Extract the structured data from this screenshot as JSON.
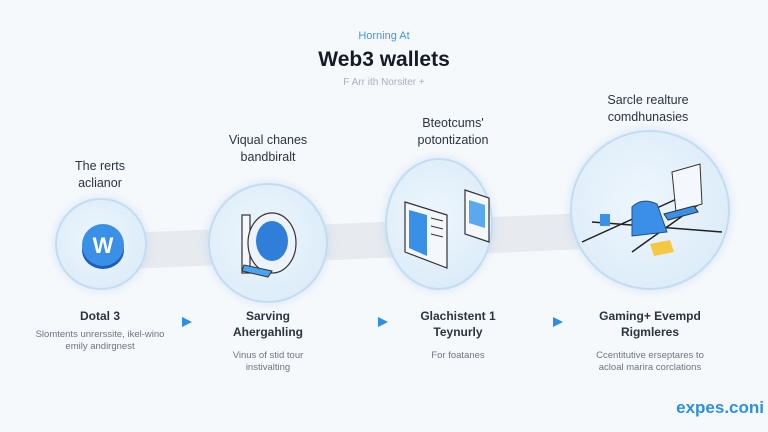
{
  "header": {
    "eyebrow": "Horning At",
    "title": "Web3 wallets",
    "subtitle": "F Arr ith Norsiter +"
  },
  "steps": [
    {
      "heading": [
        "The rerts",
        "aclianor"
      ],
      "icon": "wallet-coin-icon",
      "title": [
        "Dotal 3"
      ],
      "desc": [
        "Slomtents unrerssite, ikel-wino",
        "emily andirgnest"
      ]
    },
    {
      "heading": [
        "Viqual chanes",
        "bandbiralt"
      ],
      "icon": "hardware-wallet-icon",
      "title": [
        "Sarving",
        "Ahergahling"
      ],
      "desc": [
        "Vinus of stid tour",
        "instivalting"
      ]
    },
    {
      "heading": [
        "Bteotcums'",
        "potontization"
      ],
      "icon": "dashboard-screens-icon",
      "title": [
        "Glachistent 1",
        "Teynurly"
      ],
      "desc": [
        "For foatanes"
      ]
    },
    {
      "heading": [
        "Sarcle realture",
        "comdhunasies"
      ],
      "icon": "network-laptop-icon",
      "title": [
        "Gaming+ Evempd",
        "Rigmleres"
      ],
      "desc": [
        "Ccentitutive erseptares to",
        "acloal marira corclations"
      ]
    }
  ],
  "footer": {
    "logo": "expes.coni"
  },
  "colors": {
    "accent": "#2d8fe0",
    "circle": "#deedf9"
  }
}
